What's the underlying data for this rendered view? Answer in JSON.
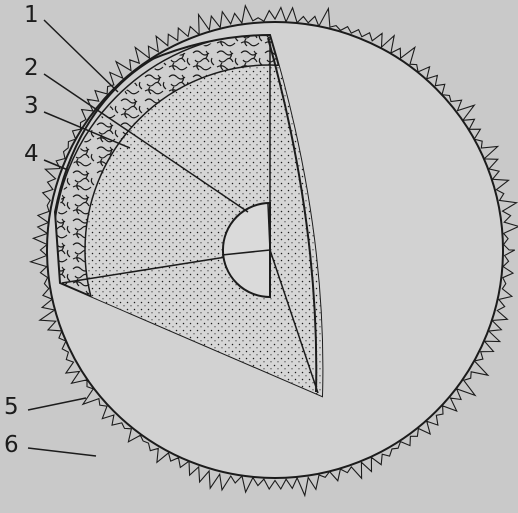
{
  "figure": {
    "callouts": [
      {
        "id": "1",
        "text": "1"
      },
      {
        "id": "2",
        "text": "2"
      },
      {
        "id": "3",
        "text": "3"
      },
      {
        "id": "4",
        "text": "4"
      },
      {
        "id": "5",
        "text": "5"
      },
      {
        "id": "6",
        "text": "6"
      }
    ],
    "colors": {
      "background": "#c9c9c9",
      "ink": "#1c1c1c",
      "shell_fill": "#d2d2d2",
      "cut_fill": "#cfcfcf"
    }
  }
}
